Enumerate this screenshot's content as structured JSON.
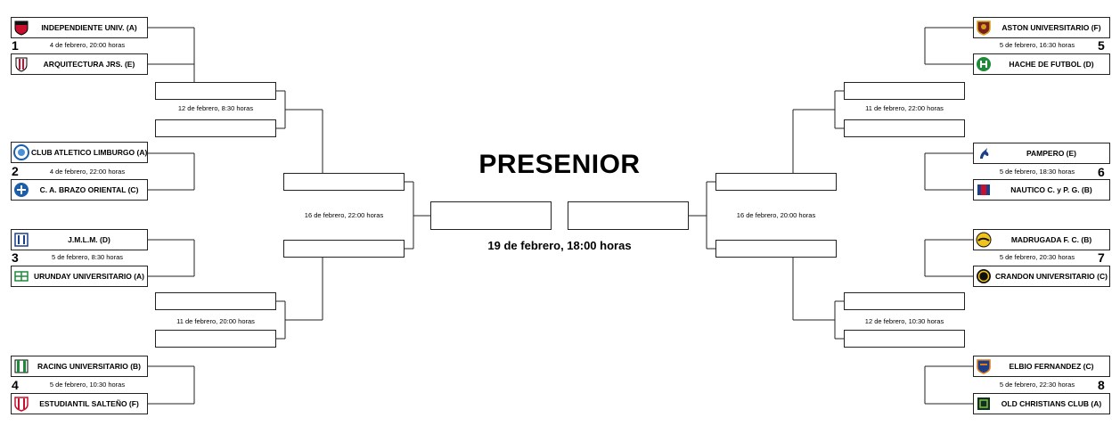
{
  "title": "PRESENIOR",
  "final_date": "19 de febrero, 18:00 horas",
  "colors": {
    "line": "#222222",
    "box_border": "#222222"
  },
  "matches": [
    {
      "number": "1",
      "date": "4 de febrero, 20:00 horas",
      "home": {
        "name": "INDEPENDIENTE UNIV. (A)",
        "icon": "shield-red-black-icon"
      },
      "away": {
        "name": "ARQUITECTURA JRS. (E)",
        "icon": "shield-red-stripes-icon"
      }
    },
    {
      "number": "2",
      "date": "4 de febrero, 22:00 horas",
      "home": {
        "name": "CLUB ATLETICO LIMBURGO (A)",
        "icon": "badge-blue-circle-icon"
      },
      "away": {
        "name": "C. A. BRAZO ORIENTAL (C)",
        "icon": "shield-blue-icon"
      }
    },
    {
      "number": "3",
      "date": "5 de febrero, 8:30 horas",
      "home": {
        "name": "J.M.L.M. (D)",
        "icon": "shield-blue-white-icon"
      },
      "away": {
        "name": "URUNDAY UNIVERSITARIO (A)",
        "icon": "badge-green-icon"
      }
    },
    {
      "number": "4",
      "date": "5 de febrero, 10:30 horas",
      "home": {
        "name": "RACING UNIVERSITARIO (B)",
        "icon": "shield-green-stripes-icon"
      },
      "away": {
        "name": "ESTUDIANTIL SALTEÑO (F)",
        "icon": "shield-red-white-icon"
      }
    },
    {
      "number": "5",
      "date": "5 de febrero, 16:30 horas",
      "home": {
        "name": "ASTON UNIVERSITARIO (F)",
        "icon": "shield-maroon-gold-icon"
      },
      "away": {
        "name": "HACHE DE FUTBOL (D)",
        "icon": "badge-green-h-icon"
      }
    },
    {
      "number": "6",
      "date": "5 de febrero, 18:30 horas",
      "home": {
        "name": "PAMPERO (E)",
        "icon": "horse-blue-icon"
      },
      "away": {
        "name": "NAUTICO C. y P. G. (B)",
        "icon": "flag-blue-red-icon"
      }
    },
    {
      "number": "7",
      "date": "5 de febrero, 20:30 horas",
      "home": {
        "name": "MADRUGADA F. C. (B)",
        "icon": "badge-yellow-black-icon"
      },
      "away": {
        "name": "CRANDON UNIVERSITARIO (C)",
        "icon": "badge-gold-circle-icon"
      }
    },
    {
      "number": "8",
      "date": "5 de febrero, 22:30 horas",
      "home": {
        "name": "ELBIO FERNANDEZ (C)",
        "icon": "shield-blue-orange-icon"
      },
      "away": {
        "name": "OLD CHRISTIANS CLUB (A)",
        "icon": "shield-dark-green-icon"
      }
    }
  ],
  "quarterfinals": [
    {
      "date": "12 de febrero, 8:30 horas"
    },
    {
      "date": "11 de febrero, 20:00 horas"
    },
    {
      "date": "11 de febrero, 22:00 horas"
    },
    {
      "date": "12 de febrero, 10:30 horas"
    }
  ],
  "semifinals": [
    {
      "date": "16 de febrero, 22:00 horas"
    },
    {
      "date": "16 de febrero, 20:00 horas"
    }
  ]
}
